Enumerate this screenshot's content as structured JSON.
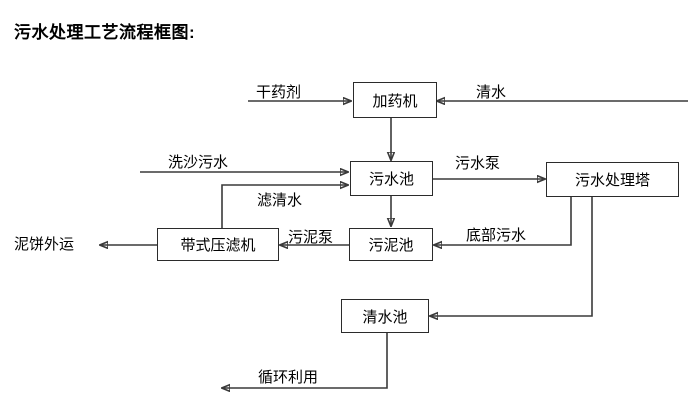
{
  "title": "污水处理工艺流程框图:",
  "diagram": {
    "nodes": [
      {
        "id": "dosing-machine",
        "label": "加药机"
      },
      {
        "id": "sewage-pool",
        "label": "污水池"
      },
      {
        "id": "sewage-treatment-tower",
        "label": "污水处理塔"
      },
      {
        "id": "belt-filter-press",
        "label": "带式压滤机"
      },
      {
        "id": "sludge-pool",
        "label": "污泥池"
      },
      {
        "id": "clean-water-pool",
        "label": "清水池"
      }
    ],
    "edge_labels": [
      {
        "id": "dry-chemical",
        "label": "干药剂"
      },
      {
        "id": "clean-water-in",
        "label": "清水"
      },
      {
        "id": "sand-wash-sewage",
        "label": "洗沙污水"
      },
      {
        "id": "filtered-clear-water",
        "label": "滤清水"
      },
      {
        "id": "sewage-pump",
        "label": "污水泵"
      },
      {
        "id": "sludge-pump",
        "label": "污泥泵"
      },
      {
        "id": "bottom-sewage",
        "label": "底部污水"
      },
      {
        "id": "mud-cake-out",
        "label": "泥饼外运"
      },
      {
        "id": "recycle-use",
        "label": "循环利用"
      }
    ],
    "colors": {
      "line": "#3a3a3a",
      "box_border": "#2b2b2b",
      "text": "#000000",
      "background": "#ffffff"
    }
  }
}
